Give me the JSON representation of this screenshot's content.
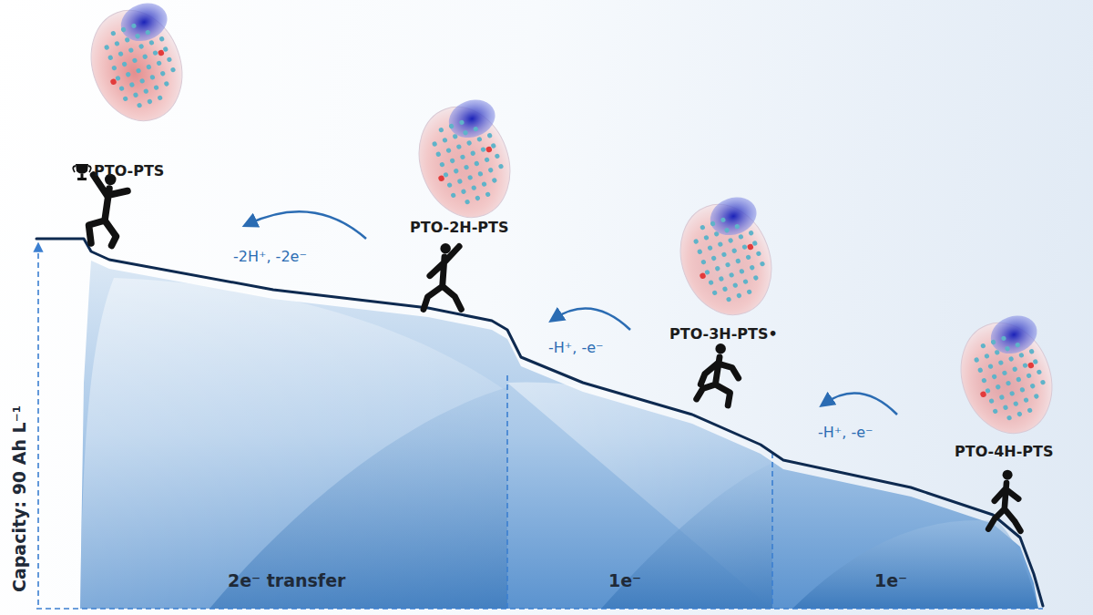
{
  "diagram": {
    "labels": [
      "PTO-PTS",
      "-2H⁺, -2e⁻",
      "PTO-2H-PTS",
      "-H⁺, -e⁻",
      "PTO-3H-PTS•",
      "-H⁺, -e⁻",
      "PTO-4H-PTS",
      "Capacity: 90 Ah L⁻¹",
      "2e⁻ transfer",
      "1e⁻",
      "1e⁻"
    ]
  }
}
